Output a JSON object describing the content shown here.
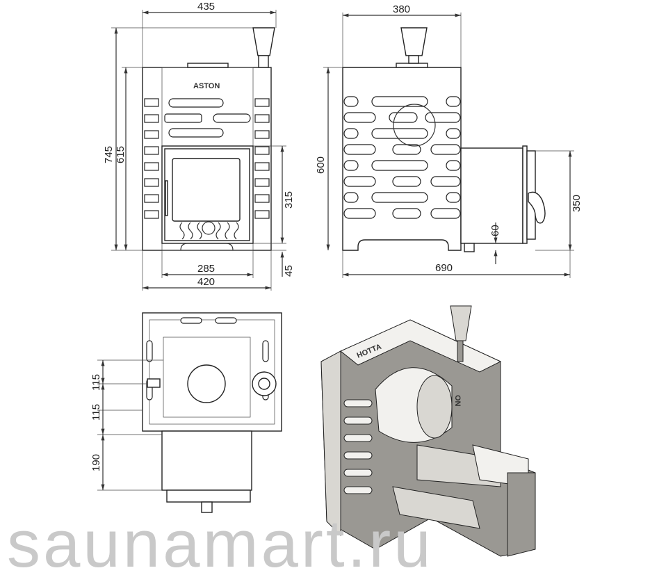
{
  "watermark": "saunamart.ru",
  "front_view": {
    "logo": "ASTON",
    "dimensions": {
      "overall_width": "435",
      "overall_height": "745",
      "body_height": "615",
      "door_height": "315",
      "firebox_width": "285",
      "base_width": "420",
      "leg_height": "45"
    }
  },
  "side_view": {
    "dimensions": {
      "body_width": "380",
      "body_height": "600",
      "tunnel_height": "350",
      "tunnel_offset": "60",
      "overall_depth": "690"
    }
  },
  "top_view": {
    "dimensions": {
      "offset_upper": "115",
      "offset_lower": "115",
      "tunnel_length": "190"
    }
  },
  "iso_view": {
    "logo": "HOTTA",
    "side_logo": "ON"
  }
}
